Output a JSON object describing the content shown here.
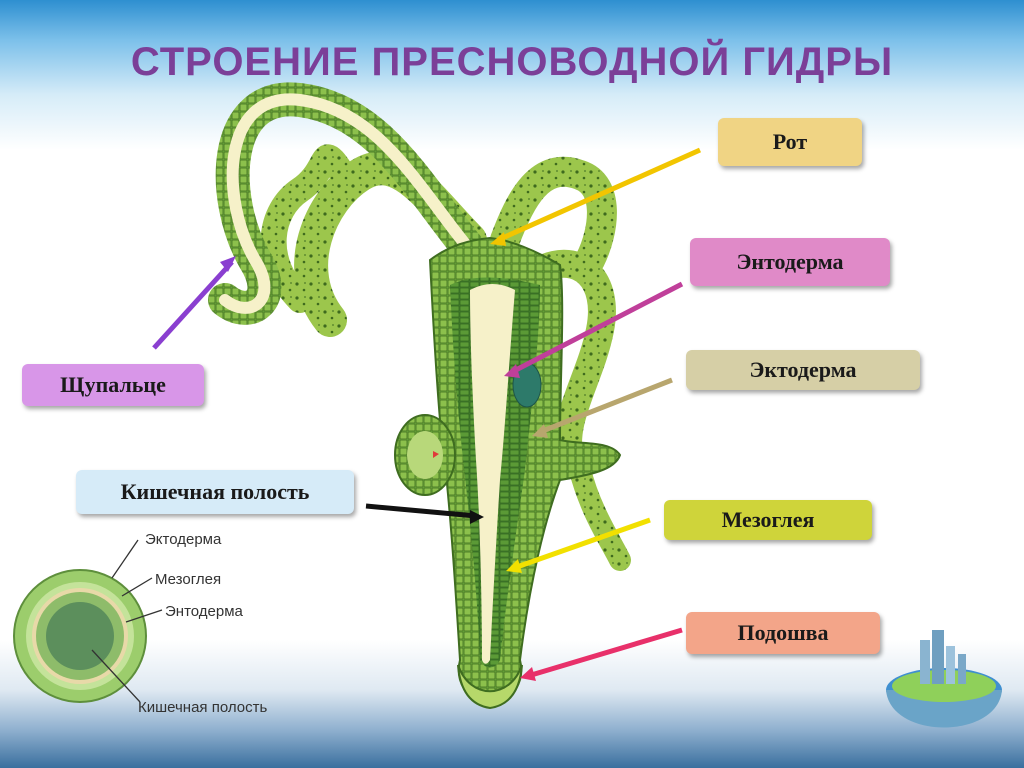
{
  "title": "СТРОЕНИЕ ПРЕСНОВОДНОЙ ГИДРЫ",
  "labels": {
    "mouth": "Рот",
    "endoderm": "Энтодерма",
    "ectoderm": "Эктодерма",
    "tentacle": "Щупальце",
    "gut_cavity": "Кишечная полость",
    "mesoglea": "Мезоглея",
    "sole": "Подошва"
  },
  "cross_section": {
    "ectoderm": "Эктодерма",
    "mesoglea": "Мезоглея",
    "endoderm": "Энтодерма",
    "gut_cavity": "Кишечная полость"
  },
  "colors": {
    "title": "#7b3f98",
    "mouth_box": "#f0d484",
    "endoderm_box": "#e08ac8",
    "ectoderm_box": "#d6cfa6",
    "tentacle_box": "#d896e8",
    "gut_box": "#d6ebf8",
    "mesoglea_box": "#cfd43a",
    "sole_box": "#f3a589"
  }
}
